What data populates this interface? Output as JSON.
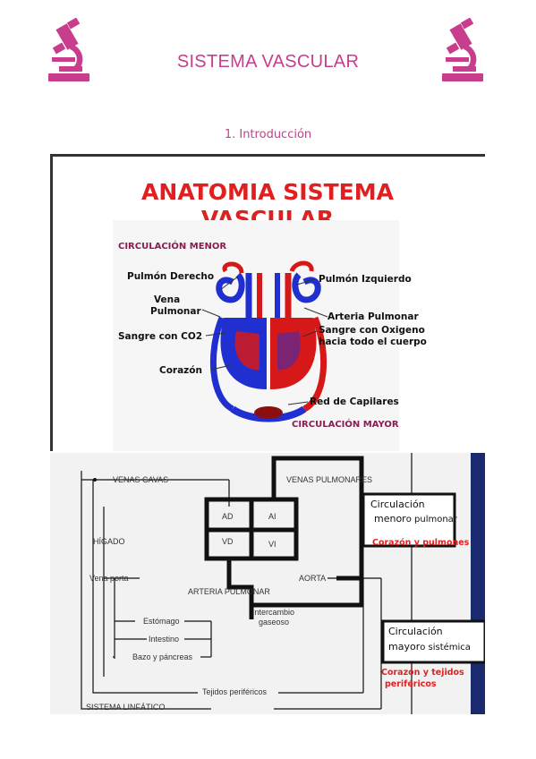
{
  "header": {
    "title": "SISTEMA VASCULAR",
    "left_icon": "microscope-icon",
    "right_icon": "microscope-icon",
    "accent_color": "#c83d8c"
  },
  "section": {
    "heading": "1. Introducción"
  },
  "figure1": {
    "title_line1": "ANATOMIA SISTEMA",
    "title_line2": "VASCULAR",
    "circulacion_menor": "CIRCULACIÓN MENOR",
    "circulacion_mayor": "CIRCULACIÓN MAYOR",
    "pulmon_derecho": "Pulmón Derecho",
    "pulmon_izquierdo": "Pulmón Izquierdo",
    "vena_line1": "Vena",
    "vena_line2": "Pulmonar",
    "arteria_pulmonar": "Arteria Pulmonar",
    "sangre_co2": "Sangre con CO2",
    "sangre_o2_line1": "Sangre con Oxigeno",
    "sangre_o2_line2": "hacia todo el cuerpo",
    "corazon": "Corazón",
    "red_capilares": "Red de Capilares"
  },
  "figure2": {
    "venas_cavas": "VENAS CAVAS",
    "venas_pulmonares": "VENAS PULMONARES",
    "ad": "AD",
    "ai": "AI",
    "vd": "VD",
    "vi": "VI",
    "higado": "HÍGADO",
    "vena_porta": "Vena porta",
    "aorta": "AORTA",
    "arteria_pulmonar": "ARTERIA PULMONAR",
    "intercambio_line1": "Intercambio",
    "intercambio_line2": "gaseoso",
    "estomago": "Estómago",
    "intestino": "Intestino",
    "bazo": "Bazo y páncreas",
    "tejidos": "Tejidos periféricos",
    "sistema_linfatico": "SISTEMA LINFÁTICO",
    "circ_menor_line1": "Circulación",
    "circ_menor_line2a": "menor",
    "circ_menor_line2b": "o pulmonar",
    "circ_menor_note": "Corazón y pulmones",
    "circ_mayor_line1": "Circulación",
    "circ_mayor_line2a": "mayor",
    "circ_mayor_line2b": "o sistémica",
    "circ_mayor_note_line1": "Corazón y tejidos",
    "circ_mayor_note_line2": "periféricos"
  }
}
